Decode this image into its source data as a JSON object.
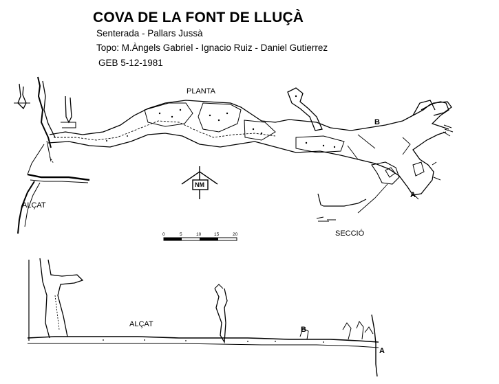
{
  "header": {
    "title": "COVA DE LA FONT DE LLUÇÀ",
    "location": "Senterada - Pallars Jussà",
    "topo": "Topo: M.Àngels Gabriel - Ignacio Ruiz - Daniel Gutierrez",
    "credit": "GEB   5-12-1981"
  },
  "labels": {
    "planta": "PLANTA",
    "alcat_left": "ALÇAT",
    "seccio": "SECCIÓ",
    "alcat_bottom": "ALÇAT",
    "point_b_plan": "B",
    "point_a_plan": "A",
    "point_b_profile": "B",
    "point_a_profile": "A"
  },
  "north_marker": {
    "label": "NM"
  },
  "scale_bar": {
    "ticks": [
      "0",
      "5",
      "10",
      "15",
      "20"
    ]
  }
}
